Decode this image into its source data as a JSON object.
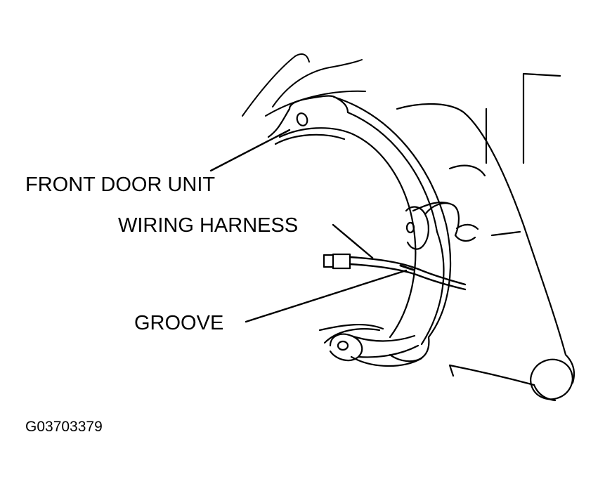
{
  "labels": {
    "front_door_unit": "FRONT DOOR UNIT",
    "wiring_harness": "WIRING HARNESS",
    "groove": "GROOVE"
  },
  "figure_id": "G03703379",
  "colors": {
    "ink": "#000000",
    "background": "#ffffff"
  }
}
